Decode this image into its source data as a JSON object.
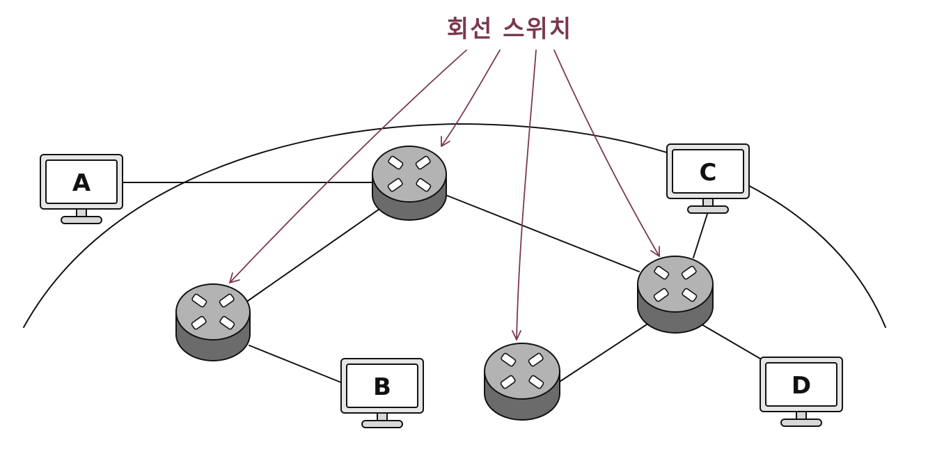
{
  "annotation": {
    "label": "회선 스위치",
    "color": "#7a3850"
  },
  "hosts": [
    {
      "id": "A",
      "label": "A"
    },
    {
      "id": "B",
      "label": "B"
    },
    {
      "id": "C",
      "label": "C"
    },
    {
      "id": "D",
      "label": "D"
    }
  ],
  "switches": [
    {
      "id": "sw-top"
    },
    {
      "id": "sw-left"
    },
    {
      "id": "sw-bottom"
    },
    {
      "id": "sw-right"
    }
  ],
  "links": [
    [
      "A",
      "sw-top"
    ],
    [
      "sw-top",
      "sw-left"
    ],
    [
      "sw-top",
      "sw-right"
    ],
    [
      "sw-left",
      "B"
    ],
    [
      "sw-right",
      "C"
    ],
    [
      "sw-right",
      "D"
    ],
    [
      "sw-right",
      "sw-bottom"
    ]
  ],
  "arrows_point_to": [
    "sw-left",
    "sw-top",
    "sw-bottom",
    "sw-right"
  ]
}
